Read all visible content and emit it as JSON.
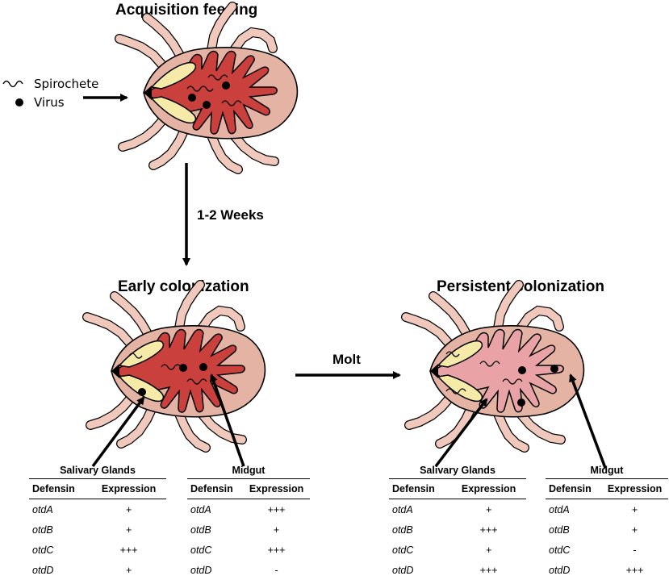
{
  "titles": {
    "acquisition": "Acquisition feeding",
    "early": "Early colonization",
    "persistent": "Persistent colonization"
  },
  "arrows": {
    "time": "1-2 Weeks",
    "molt": "Molt"
  },
  "legend": {
    "spirochete": "Spirochete",
    "virus": "Virus"
  },
  "colors": {
    "body": "#e4b3a3",
    "legs": "#f0c9bc",
    "gut_active": "#c9403d",
    "gut_persistent": "#e9a3a6",
    "salivary": "#f6eaa9",
    "outline": "#000000"
  },
  "tables": [
    {
      "header": "Salivary Glands",
      "columns": [
        "Defensin",
        "Expression"
      ],
      "rows": [
        [
          "otdA",
          "+"
        ],
        [
          "otdB",
          "+"
        ],
        [
          "otdC",
          "+++"
        ],
        [
          "otdD",
          "+"
        ]
      ]
    },
    {
      "header": "Midgut",
      "columns": [
        "Defensin",
        "Expression"
      ],
      "rows": [
        [
          "otdA",
          "+++"
        ],
        [
          "otdB",
          "+"
        ],
        [
          "otdC",
          "+++"
        ],
        [
          "otdD",
          "-"
        ]
      ]
    },
    {
      "header": "Salivary Glands",
      "columns": [
        "Defensin",
        "Expression"
      ],
      "rows": [
        [
          "otdA",
          "+"
        ],
        [
          "otdB",
          "+++"
        ],
        [
          "otdC",
          "+"
        ],
        [
          "otdD",
          "+++"
        ]
      ]
    },
    {
      "header": "Midgut",
      "columns": [
        "Defensin",
        "Expression"
      ],
      "rows": [
        [
          "otdA",
          "+"
        ],
        [
          "otdB",
          "+"
        ],
        [
          "otdC",
          "-"
        ],
        [
          "otdD",
          "+++"
        ]
      ]
    }
  ]
}
